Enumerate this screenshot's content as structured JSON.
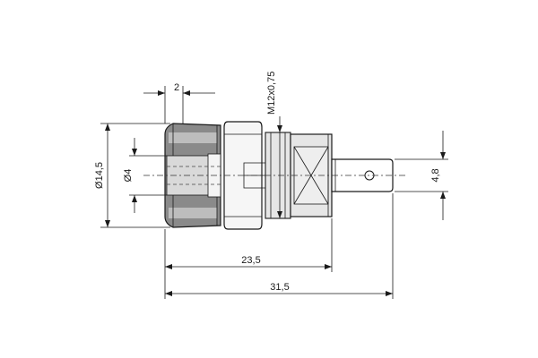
{
  "dimensions": {
    "collar_width": "2",
    "outer_diameter": "Ø14,5",
    "bore_diameter": "Ø4",
    "thread": "M12x0,75",
    "tab_width": "4,8",
    "body_length": "23,5",
    "overall_length": "31,5"
  },
  "colors": {
    "line": "#1a1a1a",
    "body_fill": "#e6e6e6",
    "dark_fill": "#8a8a8a",
    "light_fill": "#f4f4f4"
  }
}
